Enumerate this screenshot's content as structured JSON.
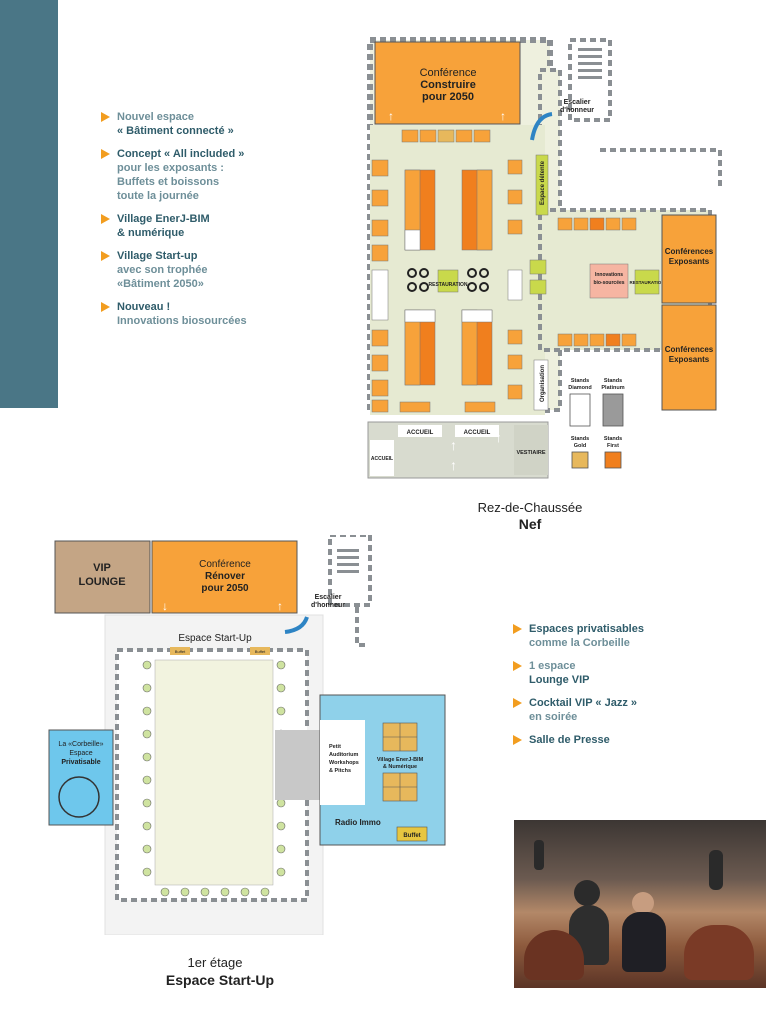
{
  "features_ground": [
    {
      "lines": [
        "Nouvel espace",
        "« Bâtiment connecté »"
      ],
      "strong": [
        false,
        true
      ]
    },
    {
      "lines": [
        "Concept « All included »",
        "pour les exposants :",
        "Buffets et boissons",
        "toute la journée"
      ],
      "strong": [
        true,
        false,
        false,
        false
      ]
    },
    {
      "lines": [
        "Village EnerJ-BIM",
        "& numérique"
      ],
      "strong": [
        true,
        true
      ]
    },
    {
      "lines": [
        "Village Start-up",
        "avec son trophée",
        "«Bâtiment 2050»"
      ],
      "strong": [
        true,
        false,
        false
      ]
    },
    {
      "lines": [
        "Nouveau !",
        "Innovations biosourcées"
      ],
      "strong": [
        true,
        false
      ]
    }
  ],
  "features_first": [
    {
      "lines": [
        "Espaces privatisables",
        "comme la Corbeille"
      ],
      "strong": [
        true,
        false
      ]
    },
    {
      "lines": [
        "1 espace",
        "Lounge VIP"
      ],
      "strong": [
        false,
        true
      ]
    },
    {
      "lines": [
        "Cocktail VIP « Jazz »",
        "en soirée"
      ],
      "strong": [
        true,
        false
      ]
    },
    {
      "lines": [
        "Salle de Presse"
      ],
      "strong": [
        true
      ]
    }
  ],
  "ground_plan": {
    "conference_title": "Conférence",
    "conference_subtitle_1": "Construire",
    "conference_subtitle_2": "pour 2050",
    "escalier_1": "Escalier",
    "escalier_2": "d'honneur",
    "espace_detente": "Espace détente",
    "innovations_1": "Innovations",
    "innovations_2": "bio-sourcées",
    "restauration": "RESTAURATION",
    "conf_exposants_1": "Conférences",
    "conf_exposants_2": "Exposants",
    "organisation": "Organisation",
    "accueil": "ACCUEIL",
    "vestiaire": "VESTIAIRE",
    "legend": {
      "diamond_1": "Stands",
      "diamond_2": "Diamond",
      "platinum_1": "Stands",
      "platinum_2": "Platinum",
      "gold_1": "Stands",
      "gold_2": "Gold",
      "first_1": "Stands",
      "first_2": "First"
    },
    "colors": {
      "orange": "#f7a23a",
      "gold": "#e7b85c",
      "first": "#f07f1e",
      "floor": "#e6ead2",
      "wall": "#8a8f93",
      "lime": "#c9d94b"
    }
  },
  "ground_caption_1": "Rez-de-Chaussée",
  "ground_caption_2": "Nef",
  "first_plan": {
    "vip_1": "VIP",
    "vip_2": "LOUNGE",
    "conference_title": "Conférence",
    "conference_subtitle_1": "Rénover",
    "conference_subtitle_2": "pour 2050",
    "escalier_1": "Escalier",
    "escalier_2": "d'honneur",
    "espace_startup": "Espace Start-Up",
    "buffet": "Buffet",
    "corbeille_1": "La «Corbeille»",
    "corbeille_2": "Espace",
    "corbeille_3": "Privatisable",
    "auditorium_1": "Petit",
    "auditorium_2": "Auditorium",
    "auditorium_3": "Workshops",
    "auditorium_4": "& Pitchs",
    "village_1": "Village EnerJ-BIM",
    "village_2": "& Numérique",
    "radio": "Radio Immo"
  },
  "first_caption_1": "1er étage",
  "first_caption_2": "Espace Start-Up"
}
